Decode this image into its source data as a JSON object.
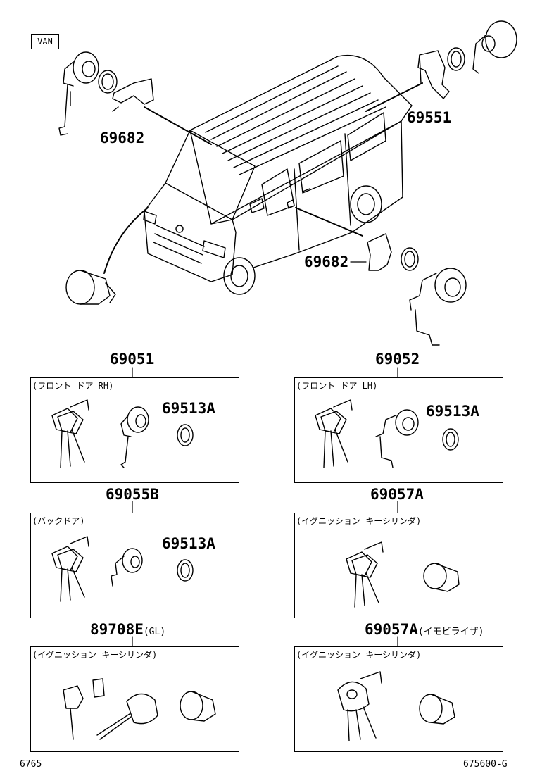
{
  "tag": "VAN",
  "callouts": {
    "p69682_top": "69682",
    "p69551": "69551",
    "p69682_mid": "69682"
  },
  "kits": [
    {
      "part": "69051",
      "title": "(フロント ドア RH)",
      "ring": "69513A"
    },
    {
      "part": "69052",
      "title": "(フロント ドア LH)",
      "ring": "69513A"
    },
    {
      "part": "69055B",
      "title": "(バックドア)",
      "ring": "69513A"
    },
    {
      "part": "69057A",
      "title": "(イグニッション キーシリンダ)"
    },
    {
      "part": "89708E",
      "suffix": "(GL)",
      "title": "(イグニッション キーシリンダ)"
    },
    {
      "part": "69057A",
      "suffix": "(イモビライザ)",
      "title": "(イグニッション キーシリンダ)"
    }
  ],
  "footer": {
    "left": "6765",
    "right": "675600-G"
  }
}
